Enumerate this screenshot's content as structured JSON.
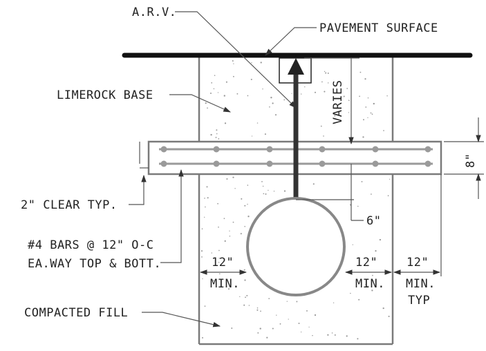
{
  "labels": {
    "arv": "A.R.V.",
    "pavement": "PAVEMENT SURFACE",
    "limerock": "LIMEROCK BASE",
    "varies": "VARIES",
    "eight_in": "8\"",
    "clear": "2\" CLEAR TYP.",
    "six_in": "6\"",
    "bars_line1": "#4 BARS @ 12\" O-C",
    "bars_line2": "EA.WAY TOP & BOTT.",
    "left_dim": "12\"",
    "left_min": "MIN.",
    "right_dim": "12\"",
    "right_min": "MIN.",
    "outer_dim": "12\"",
    "outer_min": "MIN.",
    "outer_typ": "TYP",
    "fill": "COMPACTED FILL"
  },
  "colors": {
    "line": "#1a1a1a",
    "concrete": "#7a7a7a",
    "rebar": "#9a9a9a"
  }
}
